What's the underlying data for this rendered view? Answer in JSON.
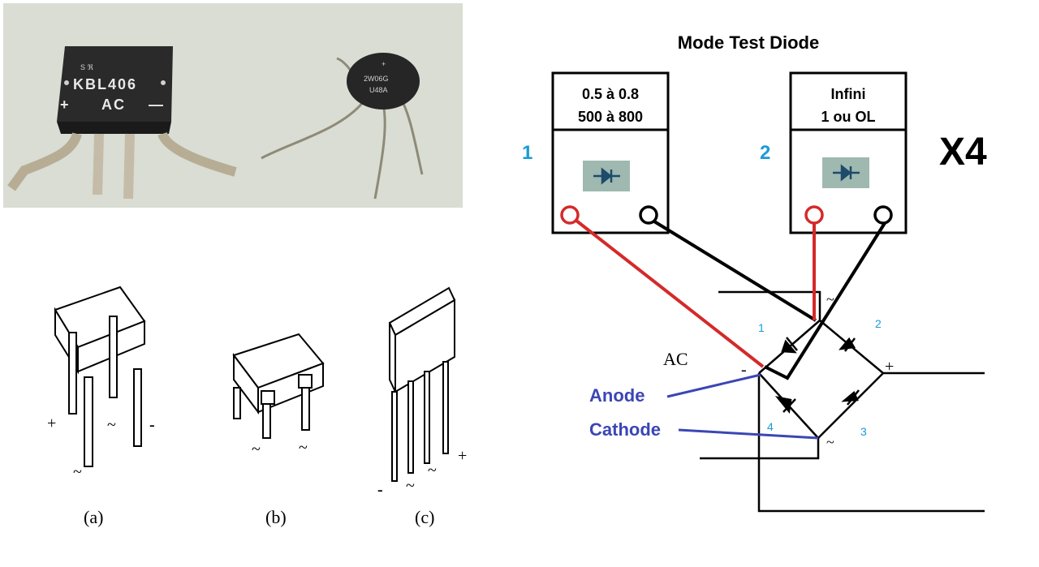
{
  "photo": {
    "bridge_marking": "KBL406",
    "bridge_plus": "+",
    "bridge_ac": "AC",
    "bridge_minus": "—",
    "round_plus": "+",
    "round_code": "2W06G",
    "round_code2": "U48A"
  },
  "drawings": {
    "a": {
      "caption": "(a)",
      "plus": "+",
      "tilde_mid": "~",
      "minus": "-",
      "tilde_low": "~"
    },
    "b": {
      "caption": "(b)",
      "tilde_left": "~",
      "tilde_right": "~"
    },
    "c": {
      "caption": "(c)",
      "minus": "-",
      "tilde_1": "~",
      "tilde_2": "~",
      "plus": "+"
    }
  },
  "test": {
    "title": "Mode Test Diode",
    "meter1": {
      "number": "1",
      "line1": "0.5 à 0.8",
      "line2": "500 à 800"
    },
    "meter2": {
      "number": "2",
      "line1": "Infini",
      "line2": "1 ou OL"
    },
    "multiplier": "X4"
  },
  "bridge": {
    "ac_label": "AC",
    "minus": "-",
    "plus": "+",
    "tilde_top": "~",
    "tilde_bottom": "~",
    "d1": "1",
    "d2": "2",
    "d3": "3",
    "d4": "4",
    "anode": "Anode",
    "cathode": "Cathode"
  },
  "colors": {
    "probe_red": "#d42a2a",
    "probe_black": "#000000",
    "number_blue": "#1a9bd7",
    "label_blue": "#3b46b5",
    "diode_screen": "#9fb8b0",
    "photo_bg": "#d9ddd3"
  }
}
